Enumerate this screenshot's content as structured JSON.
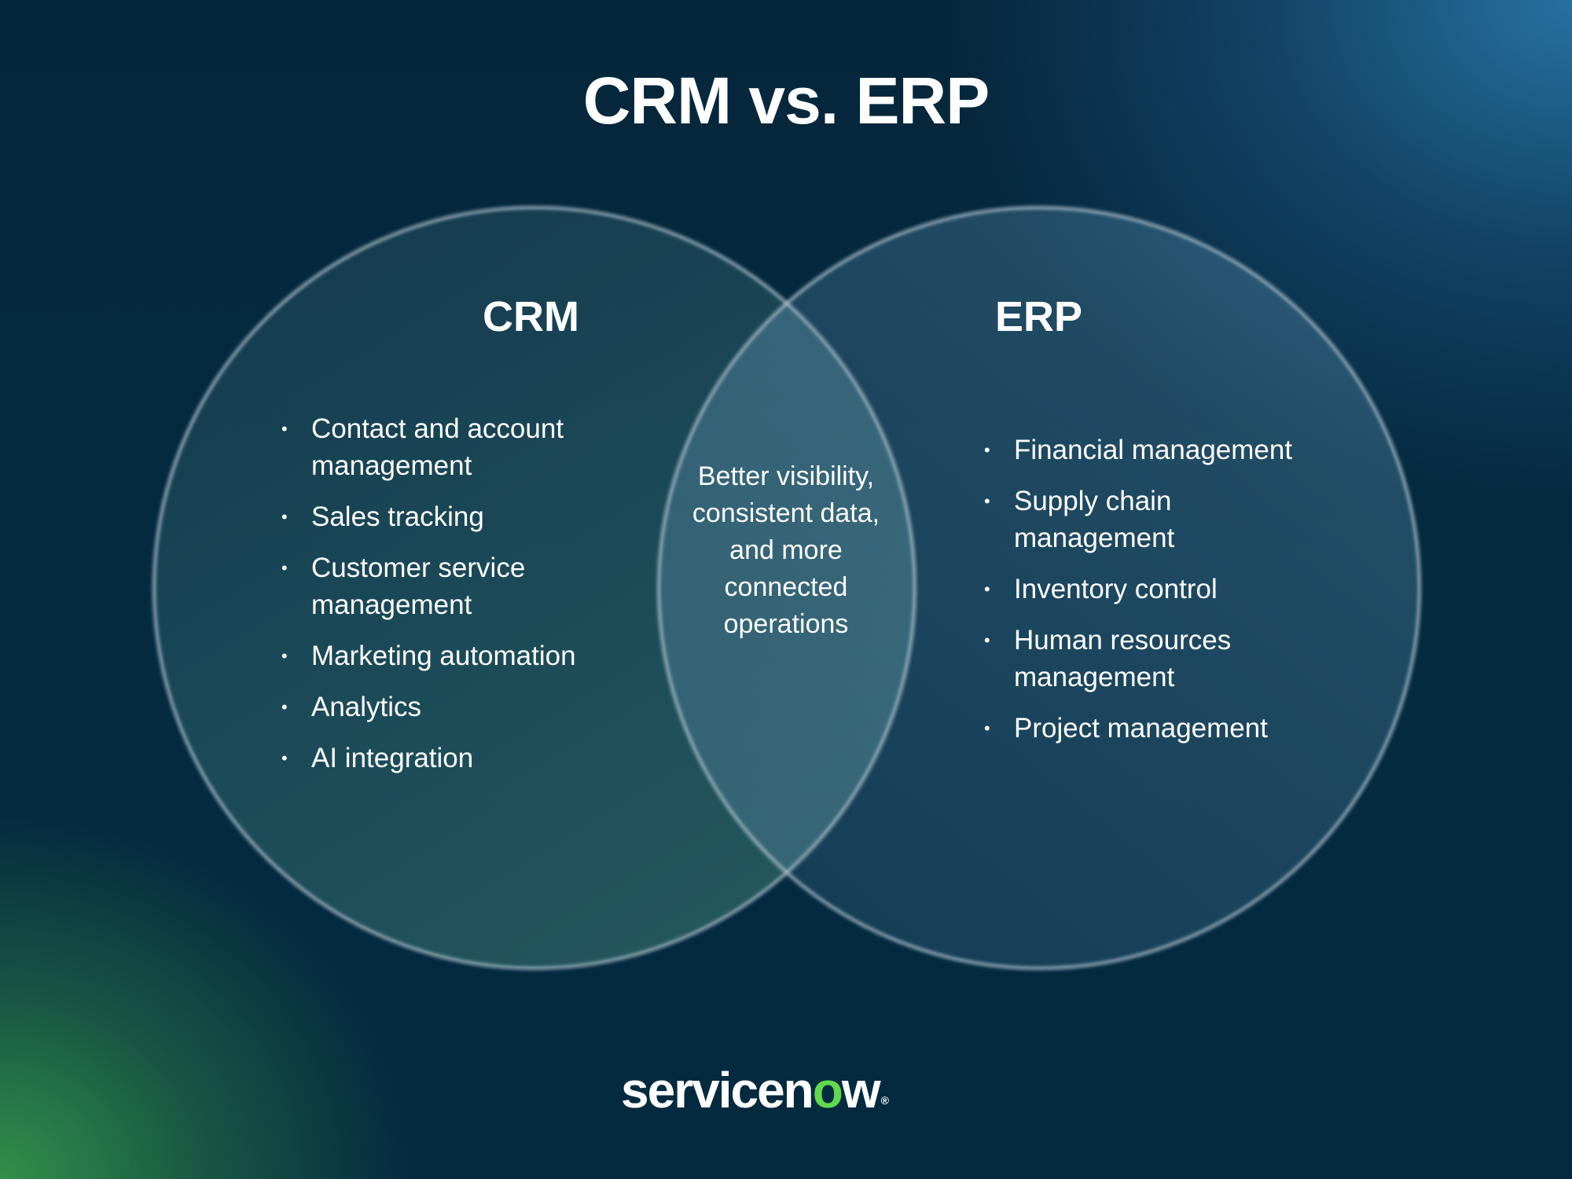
{
  "title": "CRM vs. ERP",
  "crm": {
    "title": "CRM",
    "items": [
      "Contact and account management",
      "Sales tracking",
      "Customer service management",
      "Marketing automation",
      "Analytics",
      "AI integration"
    ]
  },
  "erp": {
    "title": "ERP",
    "items": [
      "Financial management",
      "Supply chain management",
      "Inventory control",
      "Human resources management",
      "Project management"
    ]
  },
  "overlap": "Better visibility, consistent data, and more connected operations",
  "logo": {
    "text_before": "servicen",
    "o": "o",
    "text_after": "w",
    "mark": "®"
  },
  "colors": {
    "background": "#042a40",
    "green_glow": "#34964a",
    "blue_glow": "#2876a5",
    "circle_outline": "#b7c7cf",
    "logo_accent": "#62d84e"
  }
}
